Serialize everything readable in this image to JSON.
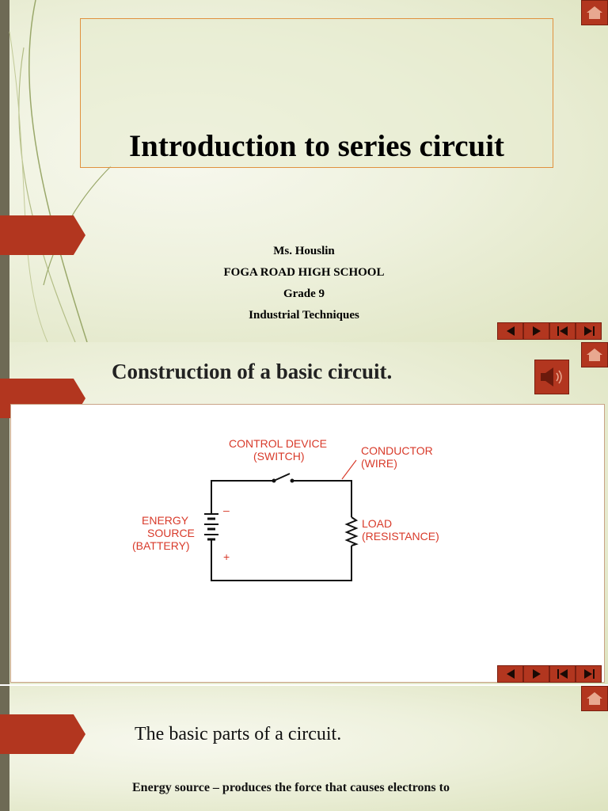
{
  "slide1": {
    "title": "Introduction to series circuit",
    "author": "Ms. Houslin",
    "school": "FOGA ROAD HIGH SCHOOL",
    "grade": "Grade 9",
    "subject": "Industrial Techniques"
  },
  "slide2": {
    "title": "Construction of a basic circuit.",
    "diagram": {
      "control_device": "CONTROL DEVICE",
      "switch": "(SWITCH)",
      "conductor": "CONDUCTOR",
      "wire": "(WIRE)",
      "energy": "ENERGY",
      "source": "SOURCE",
      "battery": "(BATTERY)",
      "load": "LOAD",
      "resistance": "(RESISTANCE)",
      "minus": "–",
      "plus": "+"
    }
  },
  "slide3": {
    "title": "The basic parts of a circuit.",
    "bullet_marker": "",
    "bullet_1": "Energy source – produces the force that causes electrons to"
  },
  "icons": {
    "home": "home-icon",
    "prev": "triangle-left-icon",
    "next": "triangle-right-icon",
    "first": "bar-triangle-left-icon",
    "last": "triangle-bar-right-icon",
    "speaker": "speaker-icon"
  },
  "colors": {
    "accent": "#b2361f",
    "label_red": "#d83a2a",
    "background": "#eef1dd"
  }
}
